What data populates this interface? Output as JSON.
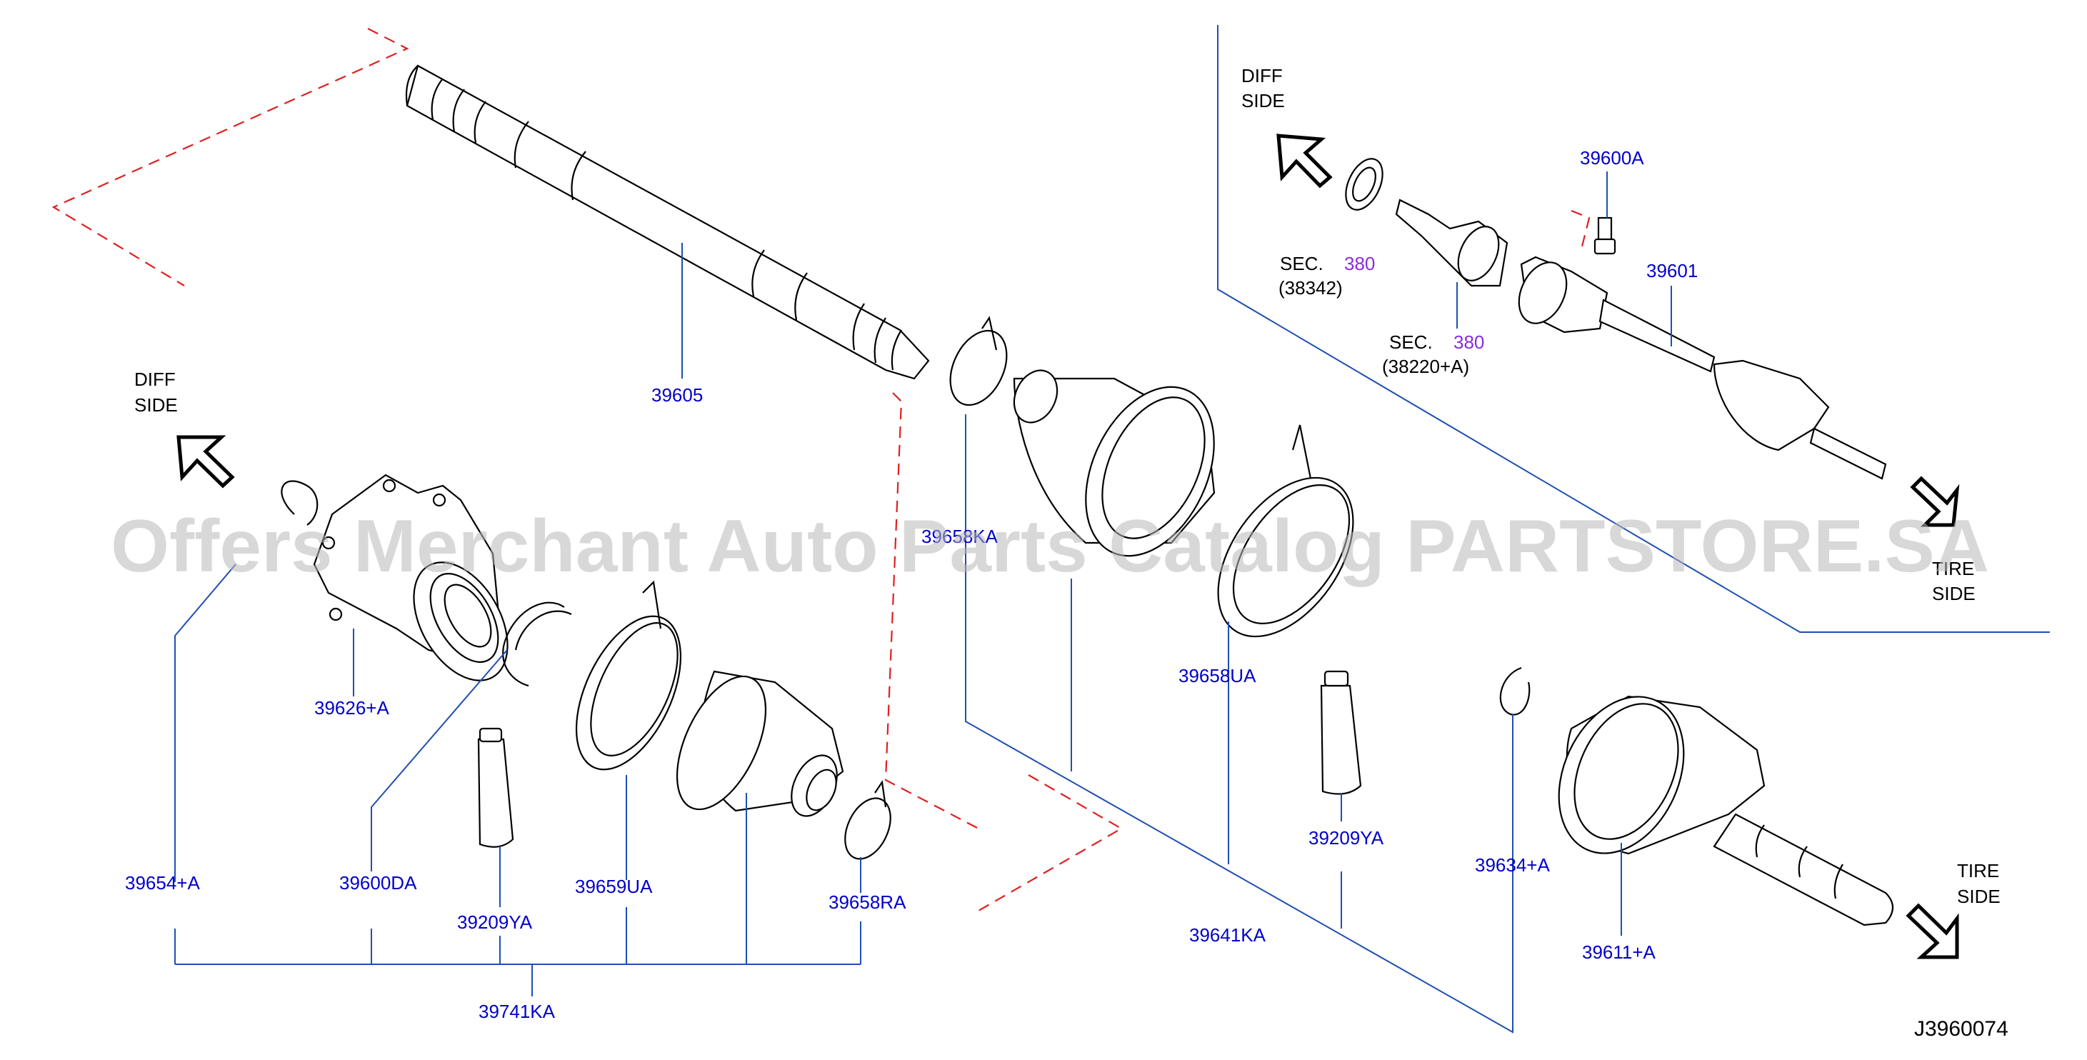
{
  "diagram_code": "J3960074",
  "watermark": "Offers Merchant Auto Parts Catalog PARTSTORE.SA",
  "direction_labels": {
    "diff_side_main": [
      "DIFF",
      "SIDE"
    ],
    "tire_side_main": [
      "TIRE",
      "SIDE"
    ],
    "diff_side_inset": [
      "DIFF",
      "SIDE"
    ],
    "tire_side_inset": [
      "TIRE",
      "SIDE"
    ]
  },
  "parts": {
    "p39605": "39605",
    "p39626A": "39626+A",
    "p39654A": "39654+A",
    "p39600DA": "39600DA",
    "p39209YA_left": "39209YA",
    "p39659UA": "39659UA",
    "p39658RA": "39658RA",
    "p39741KA": "39741KA",
    "p39658KA": "39658KA",
    "p39658UA": "39658UA",
    "p39209YA_right": "39209YA",
    "p39641KA": "39641KA",
    "p39634A": "39634+A",
    "p39611A": "39611+A",
    "p39600A": "39600A",
    "p39601": "39601"
  },
  "sections": {
    "sec1": {
      "prefix": "SEC.",
      "number": "380",
      "ref": "(38342)"
    },
    "sec2": {
      "prefix": "SEC.",
      "number": "380",
      "ref": "(38220+A)"
    }
  }
}
